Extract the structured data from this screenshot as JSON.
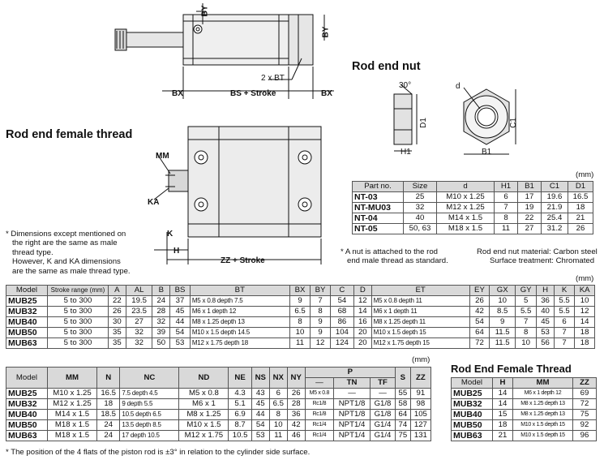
{
  "drawing_top": {
    "dims": {
      "by": "BY",
      "by2": "BY",
      "bt": "2 x BT",
      "bx": "BX",
      "bs": "BS + Stroke",
      "bx2": "BX"
    }
  },
  "rod_end_female": {
    "title": "Rod end female thread",
    "dims": {
      "mm": "MM",
      "ka": "KA",
      "k": "K",
      "h": "H",
      "zz": "ZZ + Stroke"
    }
  },
  "rod_end_nut": {
    "title": "Rod end nut",
    "dims": {
      "angle": "30°",
      "d": "d",
      "d1": "D1",
      "c1": "C1",
      "h1": "H1",
      "b1": "B1"
    },
    "unit": "(mm)",
    "headers": [
      "Part no.",
      "Size",
      "d",
      "H1",
      "B1",
      "C1",
      "D1"
    ],
    "rows": [
      [
        "NT-03",
        "25",
        "M10 x 1.25",
        "6",
        "17",
        "19.6",
        "16.5"
      ],
      [
        "NT-MU03",
        "32",
        "M12 x 1.25",
        "7",
        "19",
        "21.9",
        "18"
      ],
      [
        "NT-04",
        "40",
        "M14 x 1.5",
        "8",
        "22",
        "25.4",
        "21"
      ],
      [
        "NT-05",
        "50, 63",
        "M18 x 1.5",
        "11",
        "27",
        "31.2",
        "26"
      ]
    ],
    "note1": "* A nut is attached to the rod",
    "note2": "end male thread as standard.",
    "material": "Rod end nut material: Carbon steel",
    "treatment": "Surface treatment: Chromated"
  },
  "dim_note": {
    "l1": "* Dimensions except mentioned on",
    "l2": "the right are the same as male",
    "l3": "thread type.",
    "l4": "However, K and KA dimensions",
    "l5": "are the same as male thread type."
  },
  "main_table": {
    "unit": "(mm)",
    "headers": [
      "Model",
      "Stroke range (mm)",
      "A",
      "AL",
      "B",
      "BS",
      "BT",
      "BX",
      "BY",
      "C",
      "D",
      "ET",
      "EY",
      "GX",
      "GY",
      "H",
      "K",
      "KA"
    ],
    "rows": [
      [
        "MUB25",
        "5 to 300",
        "22",
        "19.5",
        "24",
        "37",
        "M5 x 0.8 depth 7.5",
        "9",
        "7",
        "54",
        "12",
        "M5 x 0.8 depth 11",
        "26",
        "10",
        "5",
        "36",
        "5.5",
        "10"
      ],
      [
        "MUB32",
        "5 to 300",
        "26",
        "23.5",
        "28",
        "45",
        "M6 x 1 depth 12",
        "6.5",
        "8",
        "68",
        "14",
        "M6 x 1 depth 11",
        "42",
        "8.5",
        "5.5",
        "40",
        "5.5",
        "12"
      ],
      [
        "MUB40",
        "5 to 300",
        "30",
        "27",
        "32",
        "44",
        "M8 x 1.25 depth 13",
        "8",
        "9",
        "86",
        "16",
        "M8 x 1.25 depth 11",
        "54",
        "9",
        "7",
        "45",
        "6",
        "14"
      ],
      [
        "MUB50",
        "5 to 300",
        "35",
        "32",
        "39",
        "54",
        "M10 x 1.5 depth 14.5",
        "10",
        "9",
        "104",
        "20",
        "M10 x 1.5 depth 15",
        "64",
        "11.5",
        "8",
        "53",
        "7",
        "18"
      ],
      [
        "MUB63",
        "5 to 300",
        "35",
        "32",
        "50",
        "53",
        "M12 x 1.75 depth 18",
        "11",
        "12",
        "124",
        "20",
        "M12 x 1.75 depth 15",
        "72",
        "11.5",
        "10",
        "56",
        "7",
        "18"
      ]
    ]
  },
  "second_table": {
    "unit": "(mm)",
    "headers": [
      "Model",
      "MM",
      "N",
      "NC",
      "ND",
      "NE",
      "NS",
      "NX",
      "NY",
      "P",
      "S",
      "ZZ"
    ],
    "p_sub": [
      "—",
      "TN",
      "TF"
    ],
    "rows": [
      [
        "MUB25",
        "M10 x 1.25",
        "16.5",
        "7.5 depth 4.5",
        "M5 x 0.8",
        "4.3",
        "43",
        "6",
        "26",
        "M5 x 0.8",
        "—",
        "—",
        "55",
        "91"
      ],
      [
        "MUB32",
        "M12 x 1.25",
        "18",
        "9 depth 5.5",
        "M6 x 1",
        "5.1",
        "45",
        "6.5",
        "28",
        "Rc1/8",
        "NPT1/8",
        "G1/8",
        "58",
        "98"
      ],
      [
        "MUB40",
        "M14 x 1.5",
        "18.5",
        "10.5 depth 6.5",
        "M8 x 1.25",
        "6.9",
        "44",
        "8",
        "36",
        "Rc1/8",
        "NPT1/8",
        "G1/8",
        "64",
        "105"
      ],
      [
        "MUB50",
        "M18 x 1.5",
        "24",
        "13.5 depth 8.5",
        "M10 x 1.5",
        "8.7",
        "54",
        "10",
        "42",
        "Rc1/4",
        "NPT1/4",
        "G1/4",
        "74",
        "127"
      ],
      [
        "MUB63",
        "M18 x 1.5",
        "24",
        "17 depth 10.5",
        "M12 x 1.75",
        "10.5",
        "53",
        "11",
        "46",
        "Rc1/4",
        "NPT1/4",
        "G1/4",
        "75",
        "131"
      ]
    ],
    "footnote": "* The position of the 4 flats of the piston rod is ±3° in relation to the cylinder side surface."
  },
  "female_table": {
    "title": "Rod End Female Thread",
    "unit": "(mm)",
    "headers": [
      "Model",
      "H",
      "MM",
      "ZZ"
    ],
    "rows": [
      [
        "MUB25",
        "14",
        "M6 x 1 depth 12",
        "69"
      ],
      [
        "MUB32",
        "14",
        "M8 x 1.25 depth 13",
        "72"
      ],
      [
        "MUB40",
        "15",
        "M8 x 1.25 depth 13",
        "75"
      ],
      [
        "MUB50",
        "18",
        "M10 x 1.5 depth 15",
        "92"
      ],
      [
        "MUB63",
        "21",
        "M10 x 1.5 depth 15",
        "96"
      ]
    ]
  }
}
